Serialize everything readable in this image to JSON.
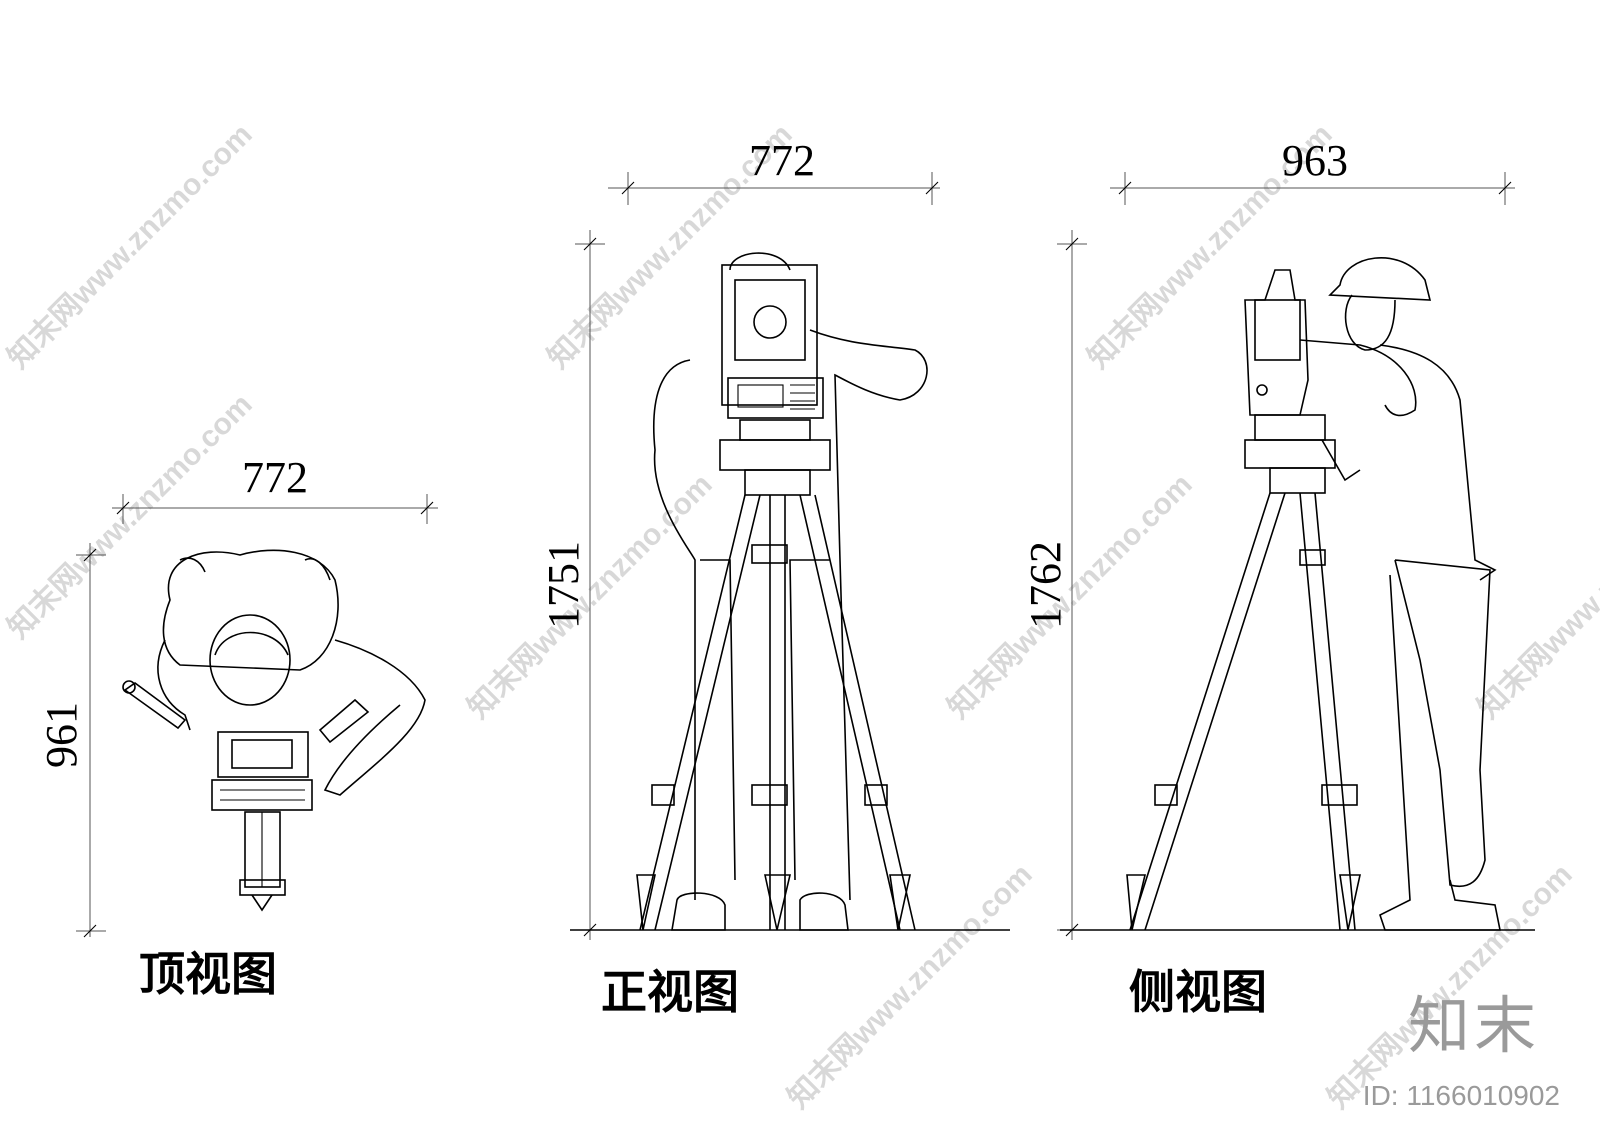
{
  "views": {
    "top": {
      "caption": "顶视图",
      "width_label": "772",
      "height_label": "961"
    },
    "front": {
      "caption": "正视图",
      "width_label": "772",
      "height_label": "1751"
    },
    "side": {
      "caption": "侧视图",
      "width_label": "963",
      "height_label": "1762"
    }
  },
  "watermark": {
    "site": "知末网www.znzmo.com",
    "brand": "知末",
    "id_text": "ID: 1166010902"
  }
}
